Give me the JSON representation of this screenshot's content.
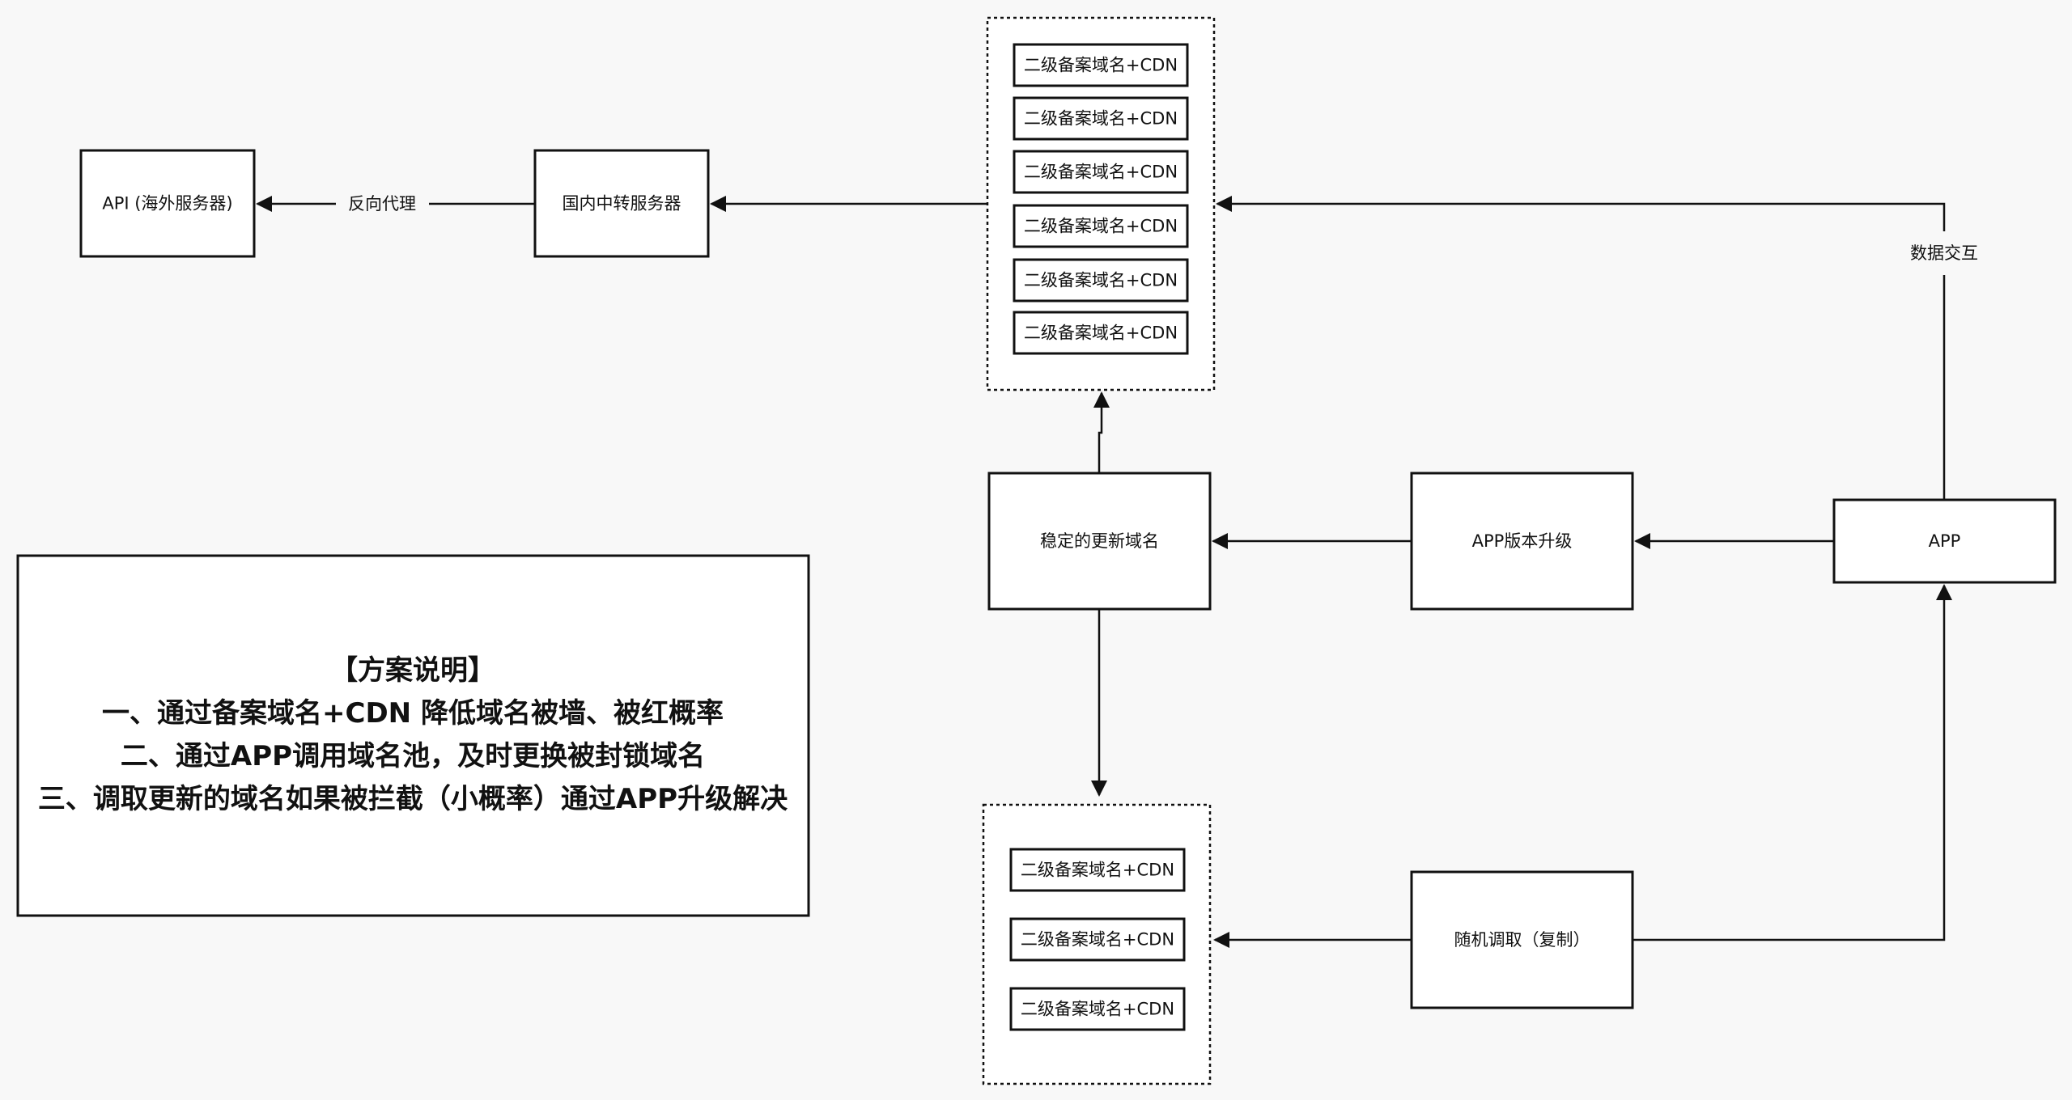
{
  "diagram": {
    "nodes": {
      "api": "API (海外服务器)",
      "relay": "国内中转服务器",
      "stable_domain": "稳定的更新域名",
      "app_upgrade": "APP版本升级",
      "app": "APP",
      "random_pick": "随机调取（复制）"
    },
    "top_pool": {
      "domains": [
        "二级备案域名+CDN",
        "二级备案域名+CDN",
        "二级备案域名+CDN",
        "二级备案域名+CDN",
        "二级备案域名+CDN",
        "二级备案域名+CDN"
      ]
    },
    "bottom_pool": {
      "domains": [
        "二级备案域名+CDN",
        "二级备案域名+CDN",
        "二级备案域名+CDN"
      ]
    },
    "edge_labels": {
      "reverse_proxy": "反向代理",
      "data_exchange": "数据交互"
    },
    "note": {
      "title": "【方案说明】",
      "lines": [
        "一、通过备案域名+CDN 降低域名被墙、被红概率",
        "二、通过APP调用域名池，及时更换被封锁域名",
        "三、调取更新的域名如果被拦截（小概率）通过APP升级解决"
      ]
    },
    "colors": {
      "stroke": "#111111",
      "box_fill": "#ffffff",
      "background": "#f8f8f8"
    }
  }
}
